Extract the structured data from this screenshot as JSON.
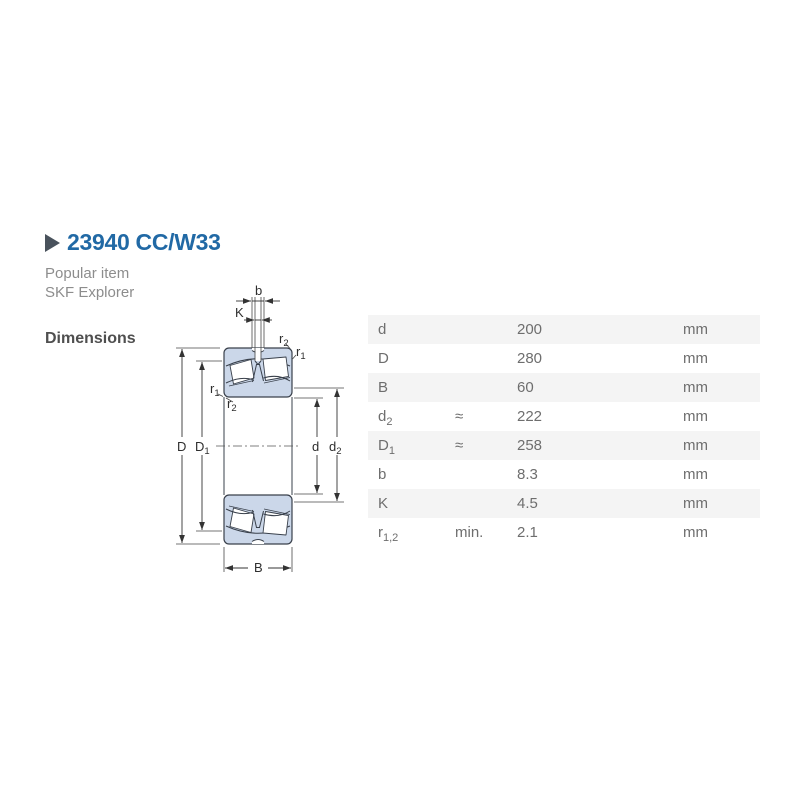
{
  "product": {
    "title": "23940 CC/W33",
    "tags": [
      "Popular item",
      "SKF Explorer"
    ]
  },
  "sections": {
    "dimensions_heading": "Dimensions"
  },
  "table": {
    "rows": [
      {
        "symbol": "d",
        "sub": "",
        "qualifier": "",
        "value": "200",
        "unit": "mm"
      },
      {
        "symbol": "D",
        "sub": "",
        "qualifier": "",
        "value": "280",
        "unit": "mm"
      },
      {
        "symbol": "B",
        "sub": "",
        "qualifier": "",
        "value": "60",
        "unit": "mm"
      },
      {
        "symbol": "d",
        "sub": "2",
        "qualifier": "≈",
        "value": "222",
        "unit": "mm"
      },
      {
        "symbol": "D",
        "sub": "1",
        "qualifier": "≈",
        "value": "258",
        "unit": "mm"
      },
      {
        "symbol": "b",
        "sub": "",
        "qualifier": "",
        "value": "8.3",
        "unit": "mm"
      },
      {
        "symbol": "K",
        "sub": "",
        "qualifier": "",
        "value": "4.5",
        "unit": "mm"
      },
      {
        "symbol": "r",
        "sub": "1,2",
        "qualifier": "min.",
        "value": "2.1",
        "unit": "mm"
      }
    ]
  },
  "diagram": {
    "labels": {
      "b": "b",
      "K": "K",
      "B": "B",
      "D": "D",
      "d": "d",
      "D1": {
        "base": "D",
        "sub": "1"
      },
      "d2": {
        "base": "d",
        "sub": "2"
      },
      "r1": {
        "base": "r",
        "sub": "1"
      },
      "r2": {
        "base": "r",
        "sub": "2"
      }
    }
  },
  "colors": {
    "title_blue": "#2169a5",
    "title_arrow": "#49525c",
    "subtitle_gray": "#8d8d8d",
    "heading_gray": "#4f4f4f",
    "table_text": "#6e6e6e",
    "table_alt_row": "#f4f4f4",
    "bearing_fill": "#cbd7e9",
    "line_dark": "#39404b"
  }
}
